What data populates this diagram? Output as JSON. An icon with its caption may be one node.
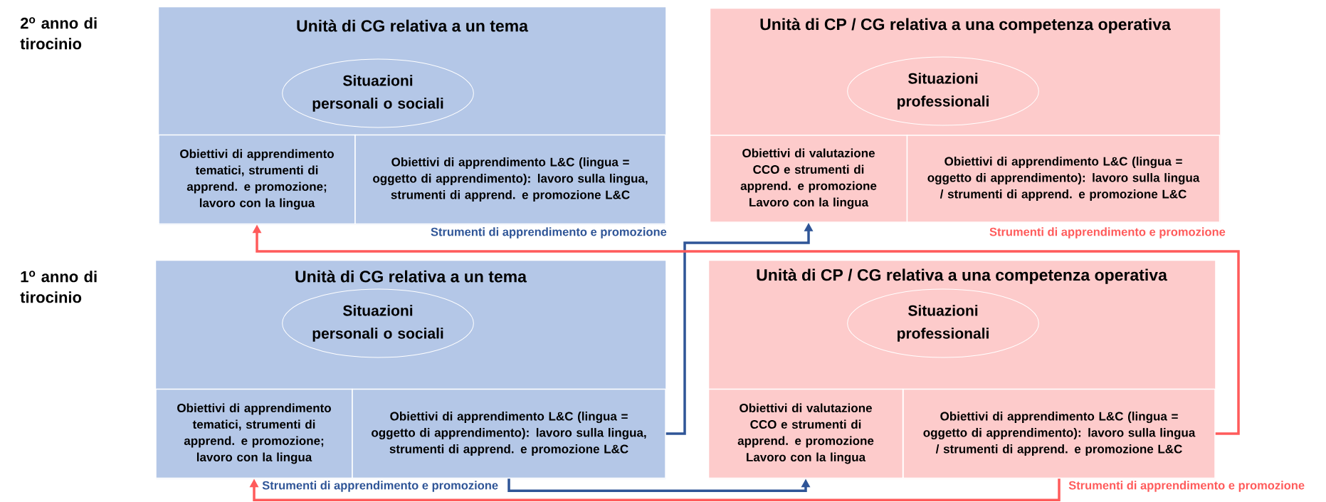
{
  "diagram": {
    "nodes": [
      {
        "text": [
          "Unità di CG relativa a un tema"
        ]
      },
      {
        "text": [
          "Situazioni personali o sociali"
        ],
        "in": 0
      },
      {
        "text": [
          "Obiettivi di apprendimento tematici, strumenti  di apprend. e promozione; lavoro con la lingua"
        ],
        "in": 0
      },
      {
        "text": [
          "Obiettivi di apprendimento L&C (lingua = oggetto di apprendimento): lavoro sulla lingua, strumenti di apprend. e promozione L&C"
        ],
        "in": 0
      },
      {
        "text": [
          "Unità di CP / CG relativa a una competenza operativa"
        ]
      },
      {
        "text": [
          "Situazioni professionali"
        ],
        "in": 4
      },
      {
        "text": [
          "Obiettivi di valutazione CCO e strumenti di apprend. e promozione Lavoro con la lingua"
        ],
        "in": 4
      },
      {
        "text": [
          "Obiettivi di apprendimento L&C (lingua = oggetto di apprendimento): lavoro sulla lingua / strumenti di apprend. e promozione L&C"
        ],
        "in": 4
      },
      {
        "text": [
          "Unità di CG relativa a un tema"
        ]
      },
      {
        "text": [
          "Situazioni personali o sociali"
        ],
        "in": 8
      },
      {
        "text": [
          "Obiettivi di apprendimento tematici, strumenti di apprend. e promozione; lavoro con la lingua"
        ],
        "in": 8
      },
      {
        "text": [
          "Obiettivi di apprendimento L&C (lingua = oggetto di apprendimento): lavoro sulla lingua, strumenti di apprend. e promozione L&C"
        ],
        "in": 8
      },
      {
        "text": [
          "Unità di CP / CG relativa a una competenza operativa"
        ]
      },
      {
        "text": [
          "Situazioni professionali"
        ],
        "in": 12
      },
      {
        "text": [
          "Obiettivi di valutazione CCO e strumenti di apprend. e promozione Lavoro con la lingua"
        ],
        "in": 12
      },
      {
        "text": [
          "Obiettivi di apprendimento L&C (lingua = oggetto di apprendimento): lavoro sulla lingua / strumenti di apprend. e promozione L&C"
        ],
        "in": 12
      }
    ],
    "edges": [
      {
        "from": 11,
        "to": 6,
        "arrow": "to",
        "label": "Strumenti di apprendimento e promozione",
        "color": "#2f5597"
      },
      {
        "from": 11,
        "to": 14,
        "arrow": "to",
        "label": "Strumenti di apprendimento e promozione",
        "color": "#2f5597"
      },
      {
        "from": 15,
        "to": 2,
        "arrow": "to",
        "label": "Strumenti di apprendimento e promozione",
        "color": "#ff5b5b"
      },
      {
        "from": 15,
        "to": 10,
        "arrow": "to",
        "label": "Strumenti di apprendimento e promozione",
        "color": "#ff5b5b"
      }
    ],
    "labels": [
      "2$^{o}$ anno di tirocinio",
      "1$^{o}$ anno di tirocinio"
    ]
  }
}
